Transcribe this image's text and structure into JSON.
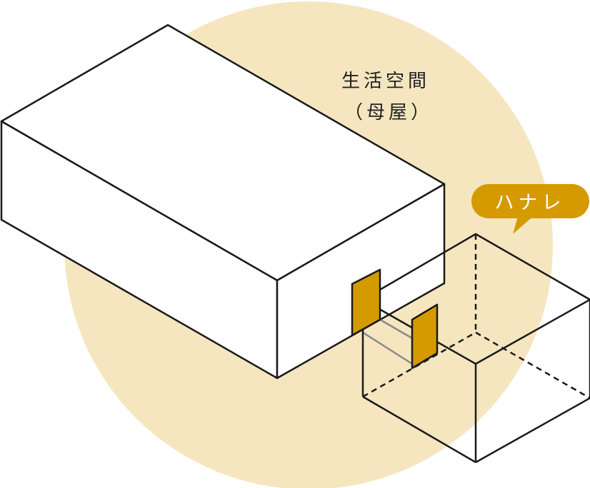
{
  "colors": {
    "background_circle": "#f5e6c0",
    "accent": "#d49a00",
    "line": "#1a1a1a",
    "connector": "#8a8a8a"
  },
  "labels": {
    "main_line1": "生活空間",
    "main_line2": "（母屋）",
    "annex_bubble": "ハナレ"
  }
}
